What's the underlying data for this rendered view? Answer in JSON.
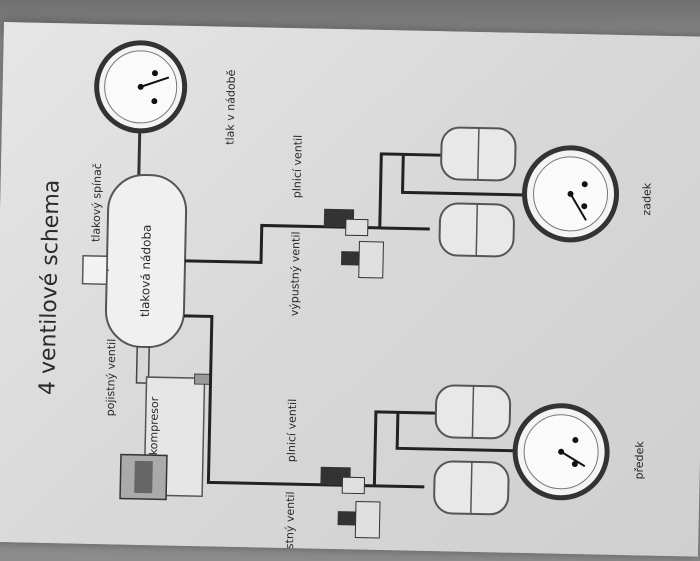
{
  "diagram": {
    "title": "4 ventilové schema",
    "labels": {
      "pressure_switch": "tlakový spínač",
      "tank": "tlaková nádoba",
      "tank_pressure": "tlak v nádobě",
      "safety_valve": "pojistný ventil",
      "compressor": "kompresor",
      "fill_valve_rear": "plnicí ventil",
      "exhaust_valve_rear": "výpustný ventil",
      "fill_valve_front": "plnicí ventil",
      "exhaust_valve_front": "výpustný ventil",
      "rear": "zadek",
      "front": "předek"
    }
  }
}
